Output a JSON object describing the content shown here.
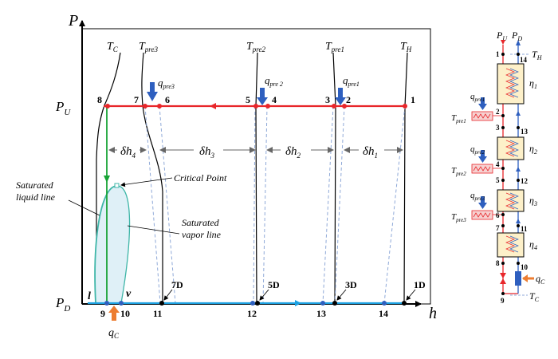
{
  "axes": {
    "p_label": "P",
    "h_label": "h",
    "pu_label": "P",
    "pu_sub": "U",
    "pd_label": "P",
    "pd_sub": "D"
  },
  "temperatures": {
    "tc": {
      "main": "T",
      "sub": "C"
    },
    "tpre3": {
      "main": "T",
      "sub": "pre3"
    },
    "tpre2": {
      "main": "T",
      "sub": "pre2"
    },
    "tpre1": {
      "main": "T",
      "sub": "pre1"
    },
    "th": {
      "main": "T",
      "sub": "H"
    }
  },
  "heat_inputs": {
    "qpre3": {
      "main": "q",
      "sub": "pre3"
    },
    "qpre2": {
      "main": "q",
      "sub": "pre 2"
    },
    "qpre1": {
      "main": "q",
      "sub": "pre1"
    },
    "qc": {
      "main": "q",
      "sub": "C"
    }
  },
  "top_points": [
    "8",
    "7",
    "6",
    "5",
    "4",
    "3",
    "2",
    "1"
  ],
  "bottom_points": [
    "9",
    "10",
    "11",
    "12",
    "13",
    "14"
  ],
  "discharge_points": [
    "7D",
    "5D",
    "3D",
    "1D"
  ],
  "dh_labels": [
    {
      "main": "δh",
      "sub": "4"
    },
    {
      "main": "δh",
      "sub": "3"
    },
    {
      "main": "δh",
      "sub": "2"
    },
    {
      "main": "δh",
      "sub": "1"
    }
  ],
  "annotations": {
    "saturated_liquid": [
      "Saturated",
      "liquid line"
    ],
    "critical_point": "Critical Point",
    "saturated_vapor": [
      "Saturated",
      "vapor line"
    ],
    "l": "l",
    "v": "v"
  },
  "schematic": {
    "pu": {
      "main": "P",
      "sub": "U"
    },
    "pd": {
      "main": "P",
      "sub": "D"
    },
    "th": {
      "main": "T",
      "sub": "H"
    },
    "tc": {
      "main": "T",
      "sub": "C"
    },
    "etas": [
      {
        "main": "η",
        "sub": "1"
      },
      {
        "main": "η",
        "sub": "2"
      },
      {
        "main": "η",
        "sub": "3"
      },
      {
        "main": "η",
        "sub": "4"
      }
    ],
    "heaters": [
      {
        "t": "T",
        "tsub": "pre1",
        "q": "q",
        "qsub": "pre1"
      },
      {
        "t": "T",
        "tsub": "pre2",
        "q": "q",
        "qsub": "pre2"
      },
      {
        "t": "T",
        "tsub": "pre3",
        "q": "q",
        "qsub": "pre3"
      }
    ],
    "left_nums": [
      "1",
      "2",
      "3",
      "4",
      "5",
      "6",
      "7",
      "8",
      "9"
    ],
    "right_nums": [
      "14",
      "13",
      "12",
      "11",
      "10"
    ],
    "qc": {
      "main": "q",
      "sub": "C"
    }
  },
  "colors": {
    "red": "#e8262a",
    "blue": "#1ba1e2",
    "green": "#17a335",
    "dark_blue": "#2e5fbf",
    "orange": "#ed7d31",
    "dashed": "#8fa9d8",
    "dome_fill": "#dff0f7",
    "dome_stroke": "#3fb6a8"
  }
}
